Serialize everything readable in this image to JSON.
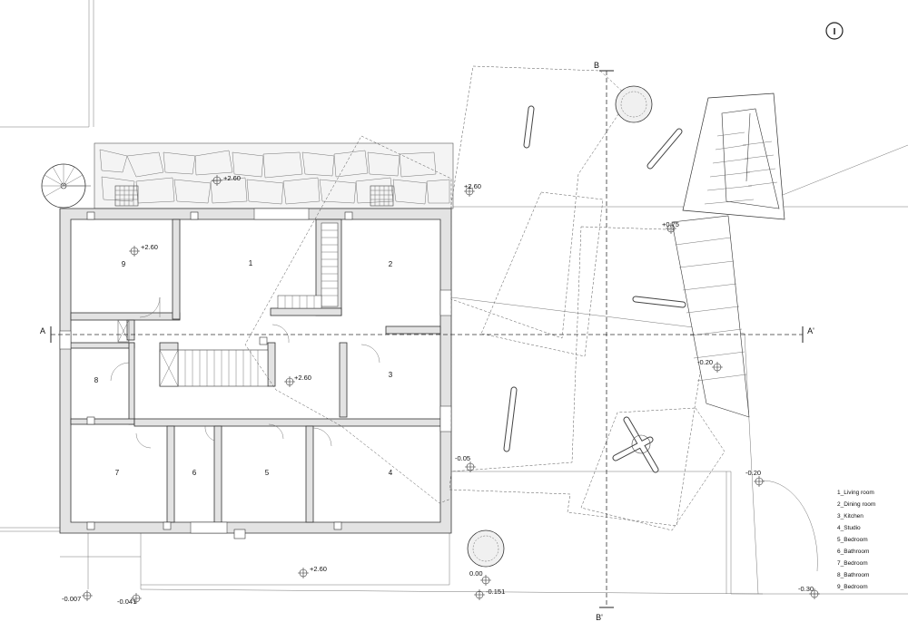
{
  "rooms": {
    "r1": "1",
    "r2": "2",
    "r3": "3",
    "r4": "4",
    "r5": "5",
    "r6": "6",
    "r7": "7",
    "r8": "8",
    "r9": "9"
  },
  "levels": {
    "l1": "+2.60",
    "l2": "+2.60",
    "l3": "+2.60",
    "l4": "+2.60",
    "l5": "+2.60",
    "l6": "+0.75",
    "l7": "-0.20",
    "l8": "-0.05",
    "l9": "-0.20",
    "l10": "0.00",
    "l11": "-0.151",
    "l12": "-0.007",
    "l13": "-0.041",
    "l14": "-0.30"
  },
  "sections": {
    "a": "A",
    "a_prime": "A'",
    "b": "B",
    "b_prime": "B'"
  },
  "north_label": "I",
  "legend": [
    "1_Living room",
    "2_Dining room",
    "3_Kitchen",
    "4_Studio",
    "5_Bedroom",
    "6_Bathroom",
    "7_Bedroom",
    "8_Bathroom",
    "9_Bedroom"
  ]
}
